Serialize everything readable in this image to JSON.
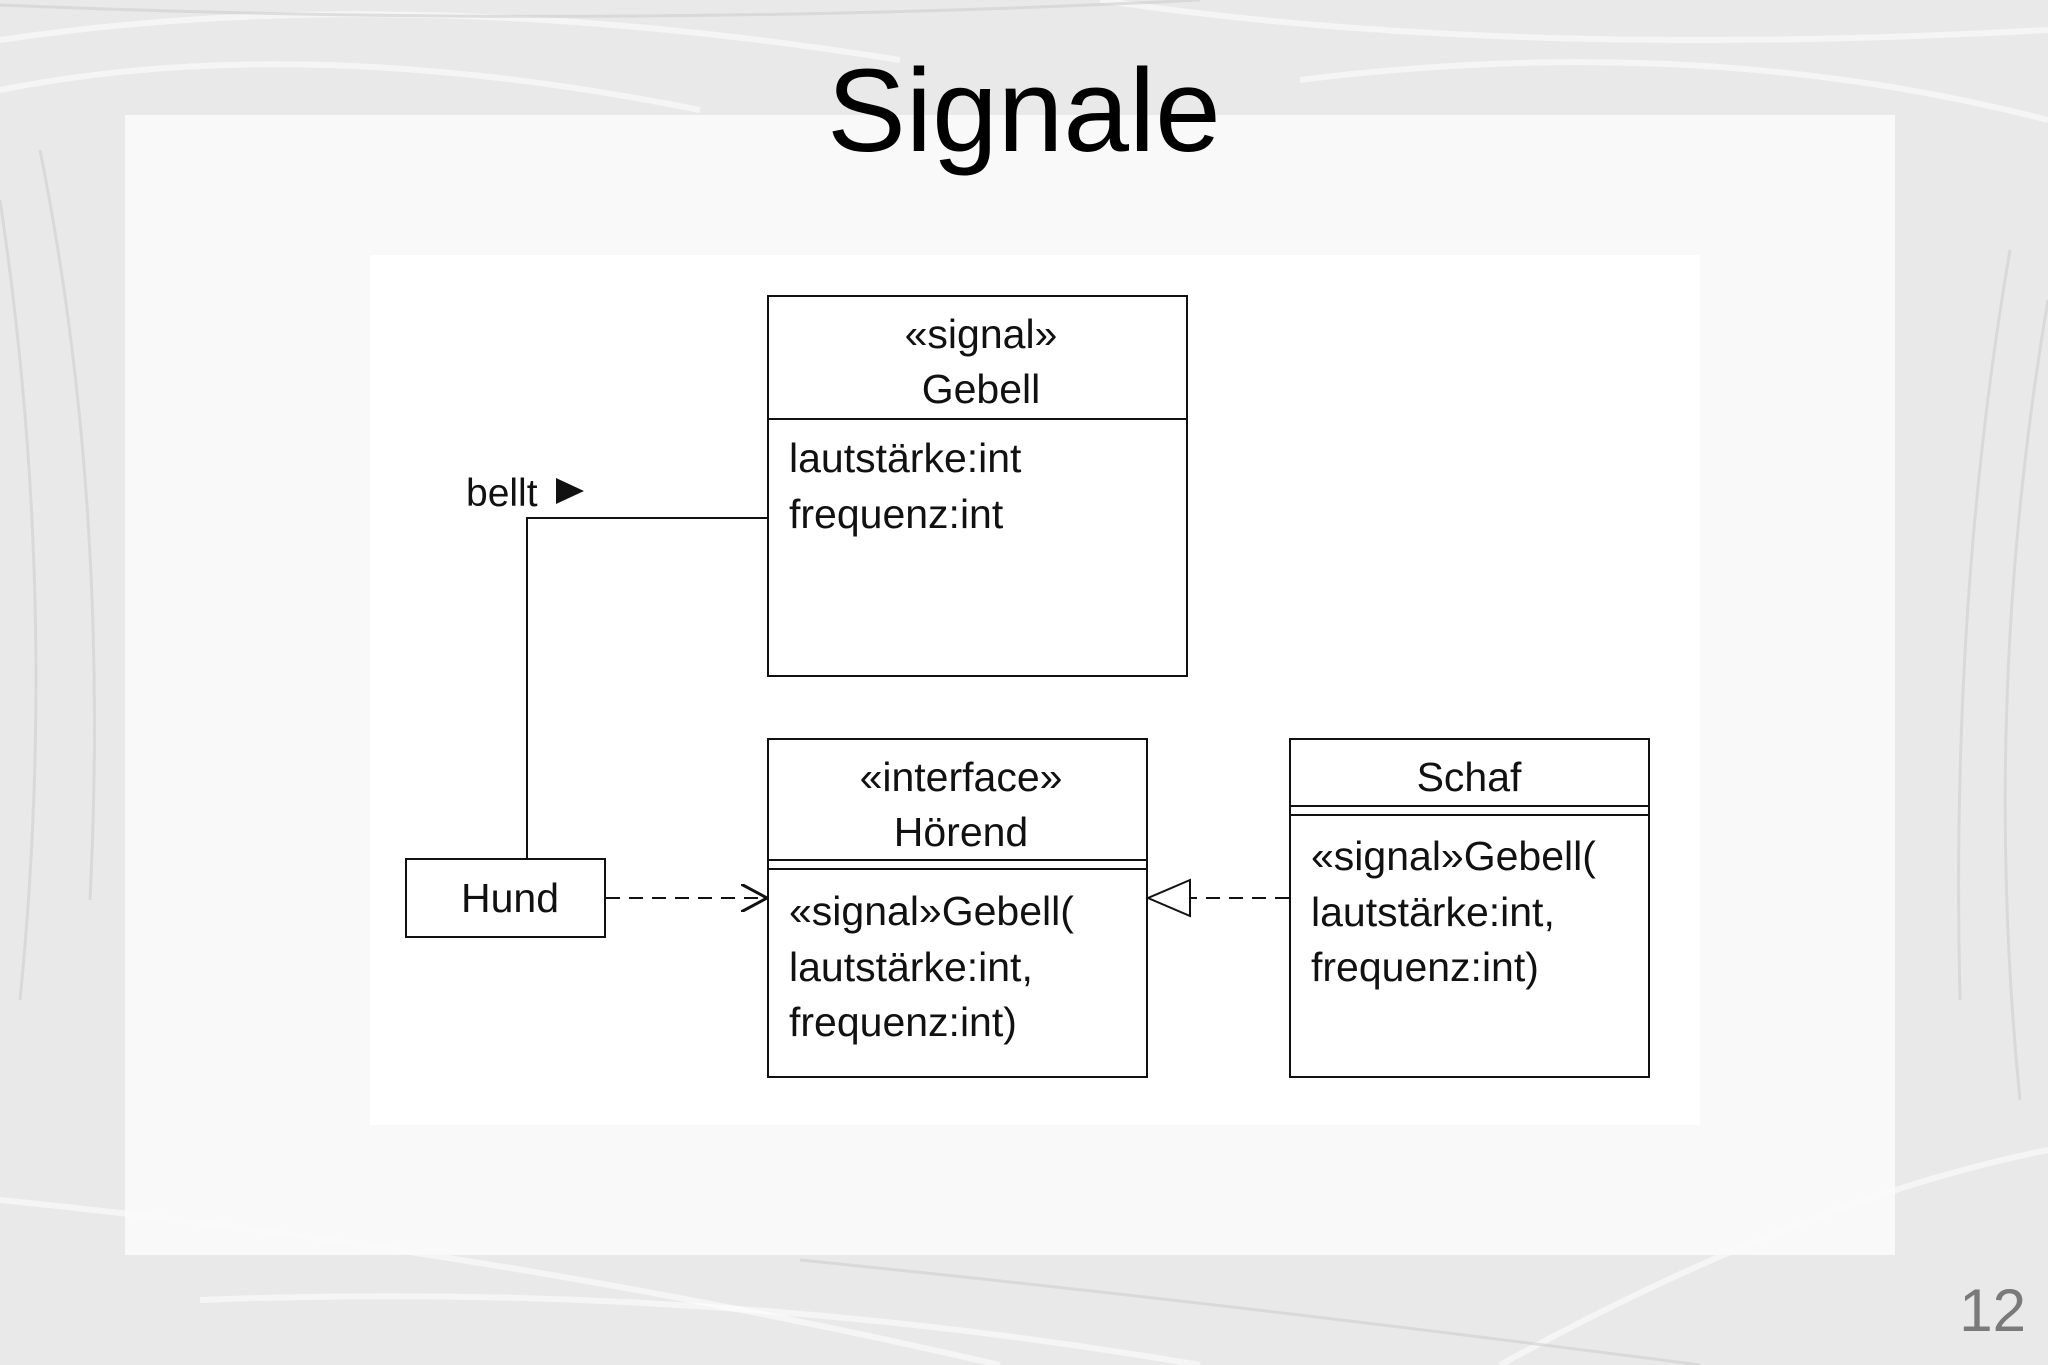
{
  "slide": {
    "title": "Signale",
    "page_number": "12"
  },
  "diagram": {
    "association_label": "bellt",
    "classes": {
      "gebell": {
        "stereotype": "«signal»",
        "name": "Gebell",
        "attributes": [
          "lautstärke:int",
          "frequenz:int"
        ]
      },
      "hoerend": {
        "stereotype": "«interface»",
        "name": "Hörend",
        "operations": [
          "«signal»Gebell(",
          "lautstärke:int,",
          "frequenz:int)"
        ]
      },
      "schaf": {
        "name": "Schaf",
        "operations": [
          "«signal»Gebell(",
          "lautstärke:int,",
          "frequenz:int)"
        ]
      },
      "hund": {
        "name": "Hund"
      }
    }
  }
}
